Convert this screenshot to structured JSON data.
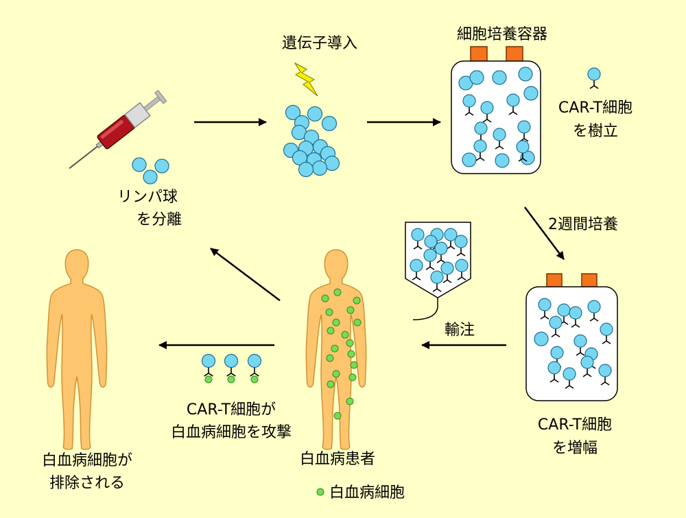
{
  "colors": {
    "background": "#FFFFC8",
    "body": "#FCC56E",
    "cell": "#77D7F2",
    "cell_outline": "#1E6E90",
    "leukemia_cell": "#77DB55",
    "container_cap": "#F4731D",
    "lightning": "#F8F000"
  },
  "labels": {
    "gene_transfer": "遺伝子導入",
    "culture_vessel": "細胞培養容器",
    "car_t_establish_1": "CAR-T細胞",
    "car_t_establish_2": "を樹立",
    "lymph_1": "リンパ球",
    "lymph_2": "を分離",
    "two_week_culture": "2週間培養",
    "infusion": "輸注",
    "car_t_expand_1": "CAR-T細胞",
    "car_t_expand_2": "を増幅",
    "attack_1": "CAR-T細胞が",
    "attack_2": "白血病細胞を攻撃",
    "patient": "白血病患者",
    "eliminated_1": "白血病細胞が",
    "eliminated_2": "排除される",
    "legend_leukemia": "白血病細胞"
  },
  "icons": {
    "syringe": "syringe-icon",
    "lightning": "lightning-icon",
    "car_t_cell": "car-t-cell-icon",
    "infusion_bag": "infusion-bag-icon"
  }
}
